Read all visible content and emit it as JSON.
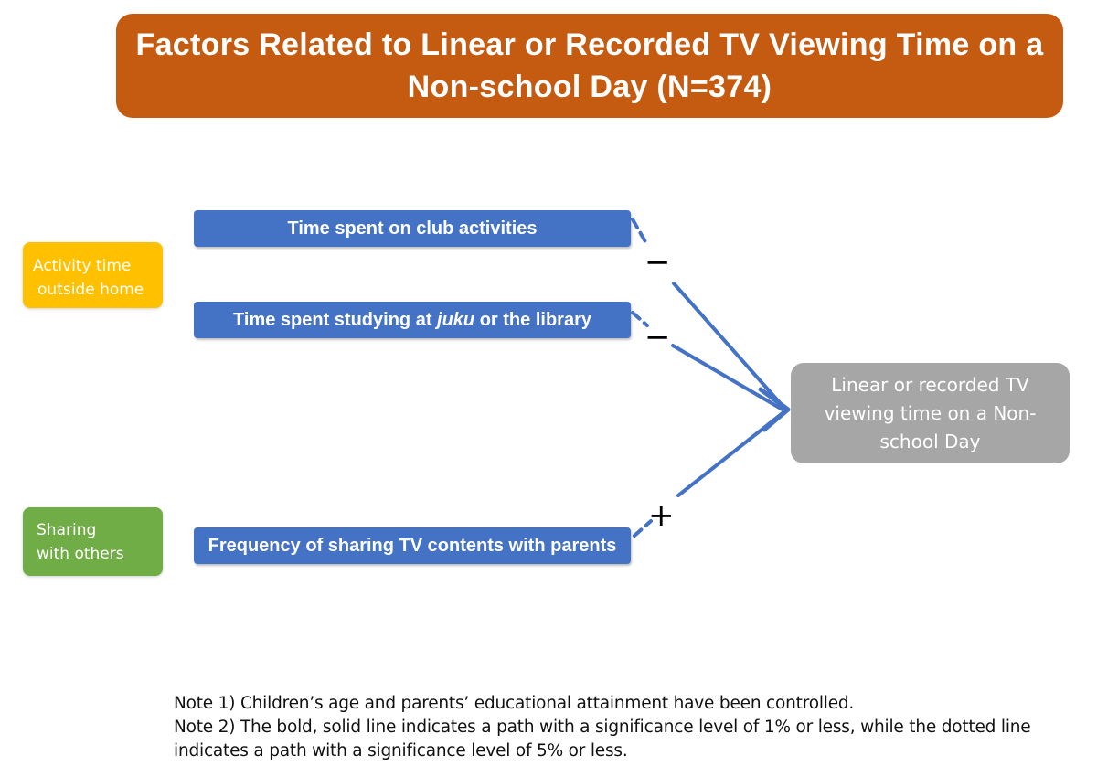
{
  "title": "Factors Related to Linear or Recorded TV Viewing Time on a Non-school Day (N=374)",
  "categories": [
    {
      "lines": [
        "Activity time",
        "outside home"
      ],
      "color": "#ffc000"
    },
    {
      "lines": [
        "Sharing",
        "with others"
      ],
      "color": "#70ad47"
    }
  ],
  "factors": [
    {
      "pre": "Time spent on club activities",
      "em": "",
      "post": "",
      "sign": "−"
    },
    {
      "pre": "Time spent studying at ",
      "em": "juku",
      "post": " or the library",
      "sign": "−"
    },
    {
      "pre": "Frequency of sharing TV contents with parents",
      "em": "",
      "post": "",
      "sign": "+"
    }
  ],
  "outcome": "Linear or recorded TV viewing time on a Non-school Day",
  "notes": [
    "Note 1) Children’s age and parents’ educational attainment have been controlled.",
    "Note 2) The bold, solid line indicates a path with a significance level of 1% or less, while the dotted line",
    "indicates a path with a significance level of 5% or less."
  ],
  "colors": {
    "title_bg": "#c55a11",
    "factor_bg": "#4472c4",
    "outcome_bg": "#a6a6a6",
    "arrow": "#4472c4"
  }
}
